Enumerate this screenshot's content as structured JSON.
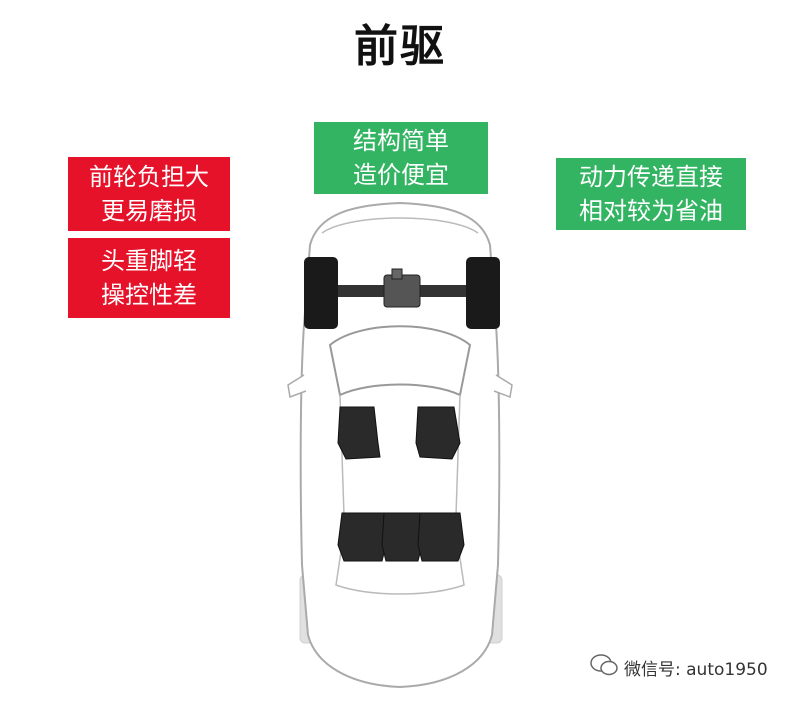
{
  "title": "前驱",
  "labels": {
    "cons_1": [
      "前轮负担大",
      "更易磨损"
    ],
    "cons_2": [
      "头重脚轻",
      "操控性差"
    ],
    "pros_1": [
      "结构简单",
      "造价便宜"
    ],
    "pros_2": [
      "动力传递直接",
      "相对较为省油"
    ]
  },
  "watermark": "微信号: auto1950",
  "colors": {
    "cons": "#e5122a",
    "pros": "#33b463"
  }
}
